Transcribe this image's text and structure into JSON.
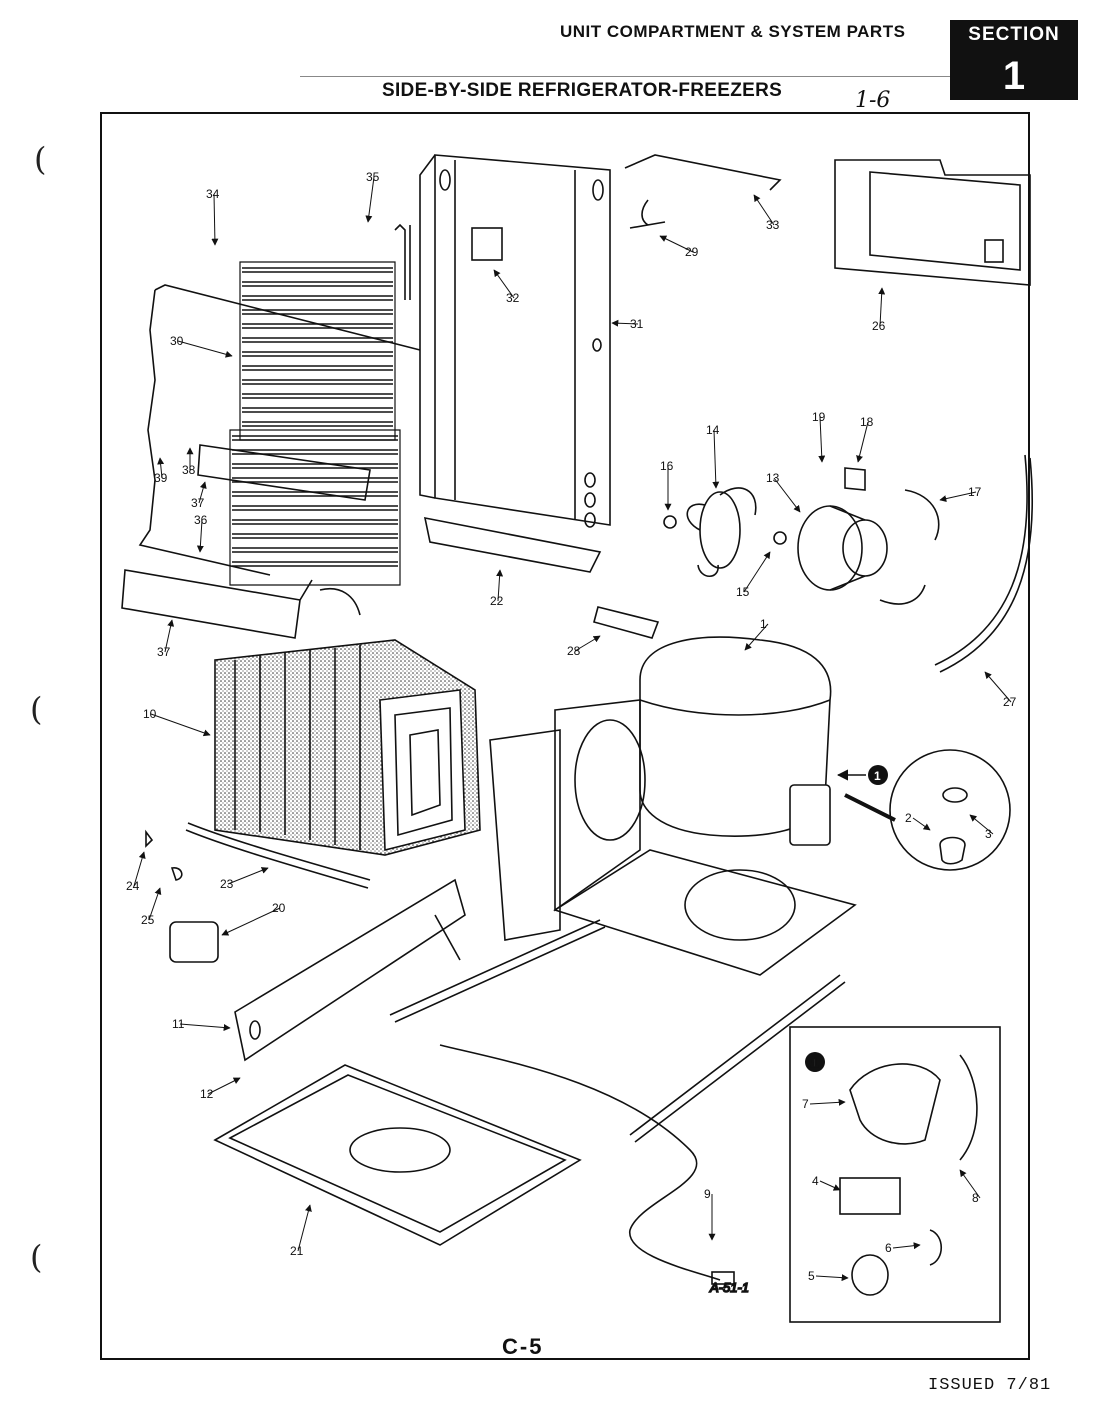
{
  "header": {
    "subtitle": "UNIT COMPARTMENT & SYSTEM PARTS",
    "title": "SIDE-BY-SIDE REFRIGERATOR-FREEZERS",
    "handwritten_note": "1-6",
    "section_label": "SECTION",
    "section_number": "1"
  },
  "diagram": {
    "drawing_id": "A-51-1",
    "callouts": [
      "1",
      "2",
      "3",
      "4",
      "5",
      "6",
      "7",
      "8",
      "9",
      "10",
      "11",
      "12",
      "13",
      "14",
      "15",
      "16",
      "17",
      "18",
      "19",
      "20",
      "21",
      "22",
      "23",
      "24",
      "25",
      "26",
      "27",
      "28",
      "29",
      "30",
      "31",
      "32",
      "33",
      "34",
      "35",
      "36",
      "37",
      "38",
      "39"
    ],
    "inset_marker": "1"
  },
  "footer": {
    "page_code": "C-5",
    "issued": "ISSUED 7/81"
  }
}
